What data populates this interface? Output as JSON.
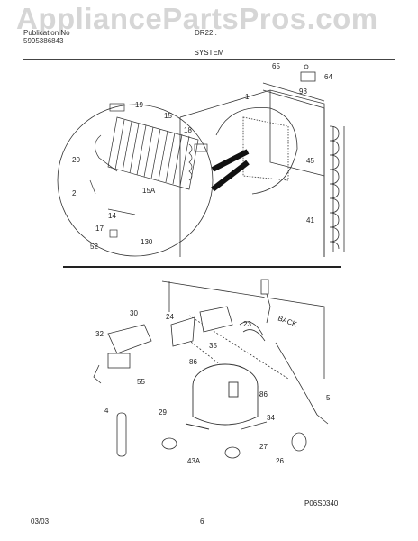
{
  "watermark": "AppliancePartsPros.com",
  "header": {
    "left_line1": "Publication No",
    "left_line2": "5995386843",
    "model": "DR22..",
    "section": "SYSTEM"
  },
  "labels": {
    "top": [
      "65",
      "64",
      "93",
      "1",
      "19",
      "15",
      "18",
      "20",
      "45",
      "2",
      "15A",
      "14",
      "17",
      "41",
      "52",
      "130"
    ],
    "bottom": [
      "30",
      "24",
      "23",
      "32",
      "BACK",
      "35",
      "86",
      "55",
      "86",
      "4",
      "29",
      "5",
      "34",
      "27",
      "43A",
      "26"
    ]
  },
  "footer": {
    "date": "03/03",
    "page": "6",
    "drawing_code": "P06S0340"
  }
}
